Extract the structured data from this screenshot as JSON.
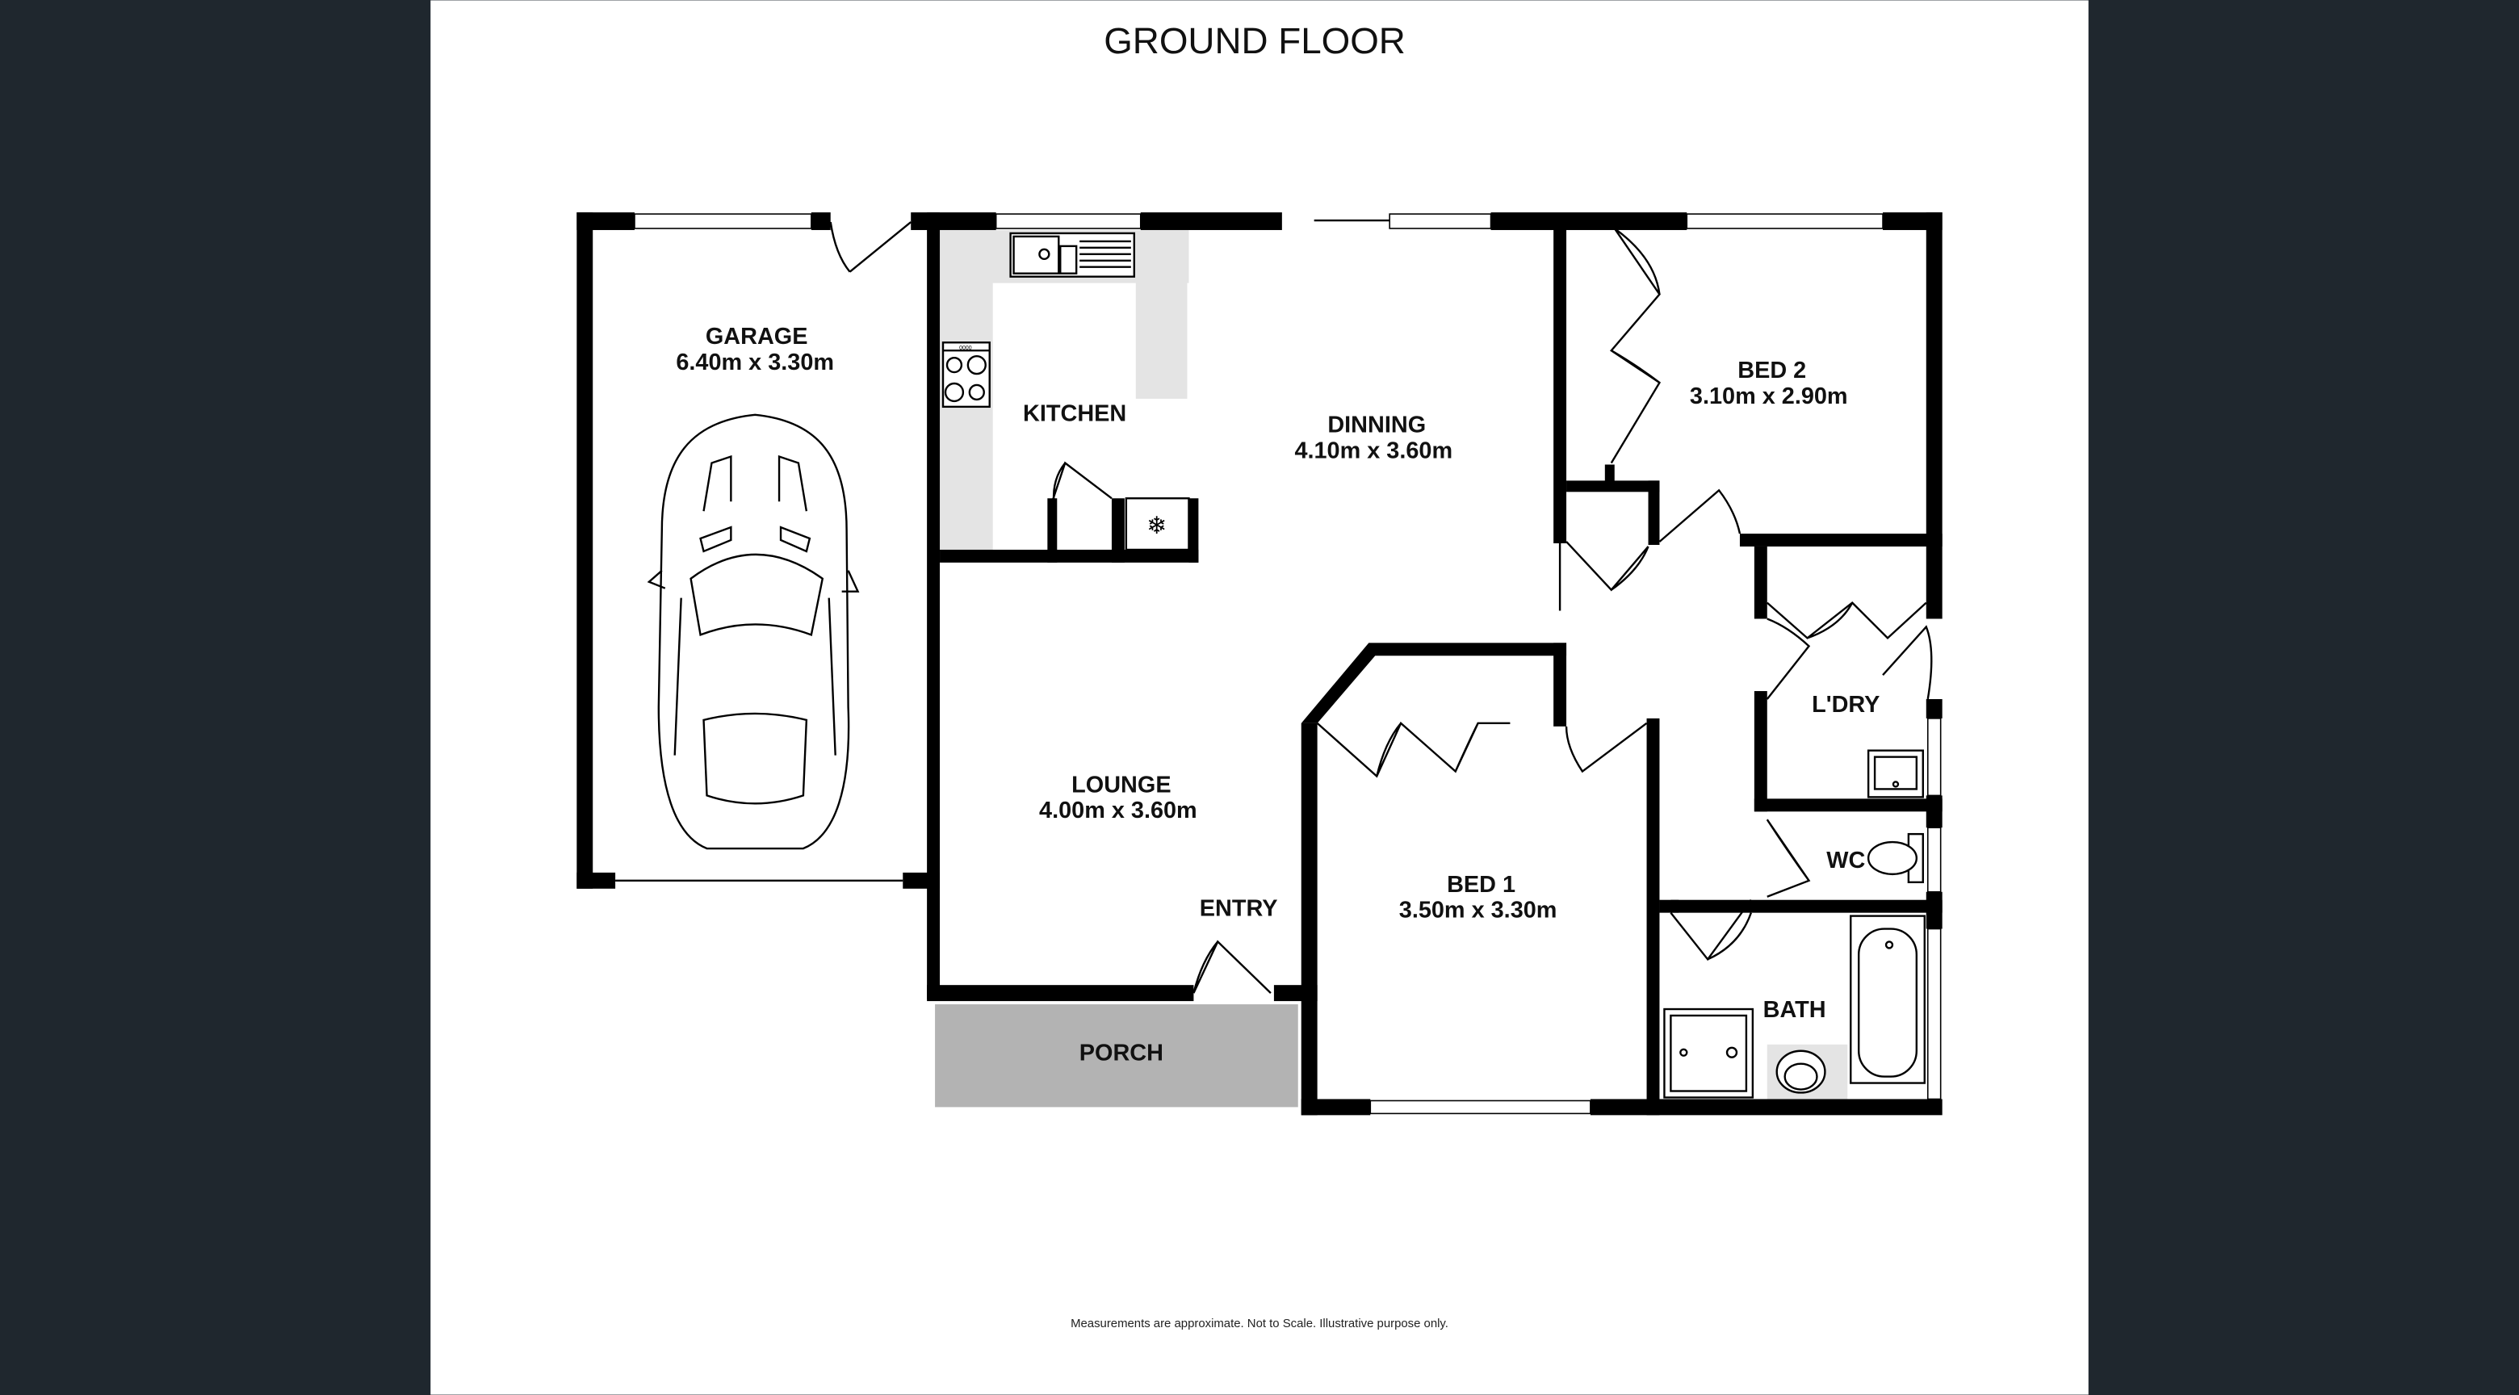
{
  "title": "GROUND FLOOR",
  "rooms": {
    "garage": {
      "name": "GARAGE",
      "size": "6.40m  x 3.30m"
    },
    "kitchen": {
      "name": "KITCHEN"
    },
    "dinning": {
      "name": "DINNING",
      "size": "4.10m  x 3.60m"
    },
    "bed2": {
      "name": "BED 2",
      "size": "3.10m  x 2.90m"
    },
    "laundry": {
      "name": "L'DRY"
    },
    "wc": {
      "name": "WC"
    },
    "bath": {
      "name": "BATH"
    },
    "bed1": {
      "name": "BED 1",
      "size": "3.50m  x 3.30m"
    },
    "lounge": {
      "name": "LOUNGE",
      "size": "4.00m  x 3.60m"
    },
    "entry": {
      "name": "ENTRY"
    },
    "porch": {
      "name": "PORCH"
    }
  },
  "stove_label": "0000",
  "footer": "Measurements are approximate.  Not to Scale.  Illustrative purpose only.",
  "colors": {
    "background": "#1f272e",
    "page": "#ffffff",
    "wall": "#000000",
    "porch": "#b3b3b3",
    "counter": "#e4e4e4"
  }
}
